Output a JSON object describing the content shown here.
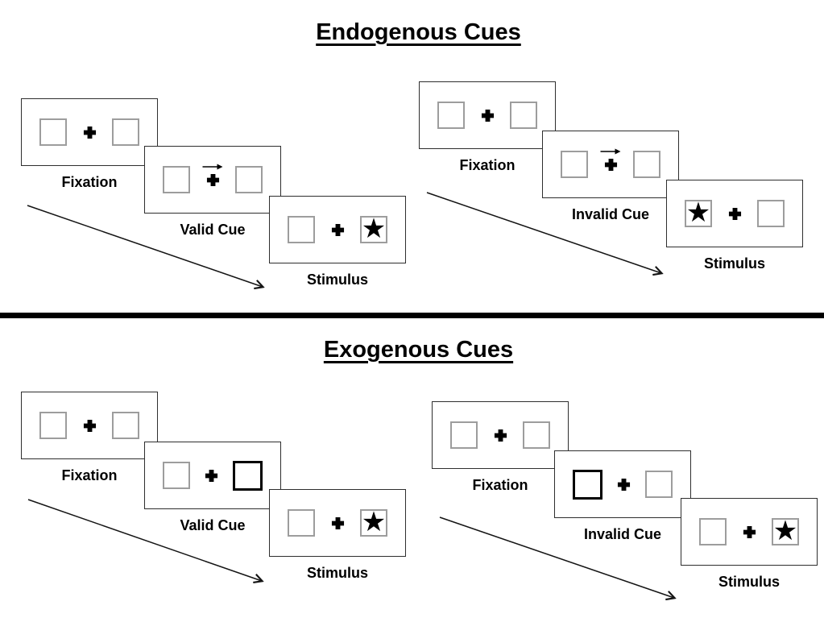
{
  "diagram": {
    "kind": "Posner spatial cueing paradigm illustration",
    "sections": [
      {
        "title": "Endogenous Cues",
        "panels": [
          {
            "name": "endogenous-valid-sequence",
            "cards": [
              {
                "label": "Fixation",
                "left_box": "empty",
                "center": "plus",
                "right_box": "empty",
                "cue": "none"
              },
              {
                "label": "Valid Cue",
                "left_box": "empty",
                "center": "plus",
                "right_box": "empty",
                "cue": "arrow-pointing-right-above-fixation-cross"
              },
              {
                "label": "Stimulus",
                "left_box": "empty",
                "center": "plus",
                "right_box": "star",
                "cue": "none"
              }
            ]
          },
          {
            "name": "endogenous-invalid-sequence",
            "cards": [
              {
                "label": "Fixation",
                "left_box": "empty",
                "center": "plus",
                "right_box": "empty",
                "cue": "none"
              },
              {
                "label": "Invalid Cue",
                "left_box": "empty",
                "center": "plus",
                "right_box": "empty",
                "cue": "arrow-pointing-right-above-fixation-cross"
              },
              {
                "label": "Stimulus",
                "left_box": "star",
                "center": "plus",
                "right_box": "empty",
                "cue": "none"
              }
            ]
          }
        ]
      },
      {
        "title": "Exogenous Cues",
        "panels": [
          {
            "name": "exogenous-valid-sequence",
            "cards": [
              {
                "label": "Fixation",
                "left_box": "empty",
                "center": "plus",
                "right_box": "empty",
                "cue": "none"
              },
              {
                "label": "Valid Cue",
                "left_box": "empty",
                "center": "plus",
                "right_box": "thick-outline-box",
                "cue": "thick-outline-right-box"
              },
              {
                "label": "Stimulus",
                "left_box": "empty",
                "center": "plus",
                "right_box": "star",
                "cue": "none"
              }
            ]
          },
          {
            "name": "exogenous-invalid-sequence",
            "cards": [
              {
                "label": "Fixation",
                "left_box": "empty",
                "center": "plus",
                "right_box": "empty",
                "cue": "none"
              },
              {
                "label": "Invalid Cue",
                "left_box": "thick-outline-box",
                "center": "plus",
                "right_box": "empty",
                "cue": "thick-outline-left-box"
              },
              {
                "label": "Stimulus",
                "left_box": "empty",
                "center": "plus",
                "right_box": "star",
                "cue": "none"
              }
            ]
          }
        ]
      }
    ],
    "glyphs": {
      "star": "★"
    },
    "icons": {
      "plus-icon": "✚ heavy fixation cross",
      "star-icon": "★ target stimulus",
      "right-arrow-icon": "→ central endogenous cue arrow",
      "timeline-arrow-icon": "↘ diagonal time-course arrow"
    },
    "colors": {
      "background": "#ffffff",
      "ink": "#000000",
      "card_border": "#2e2e2e",
      "placeholder_box_border": "#9d9d9d",
      "divider": "#000000"
    }
  }
}
